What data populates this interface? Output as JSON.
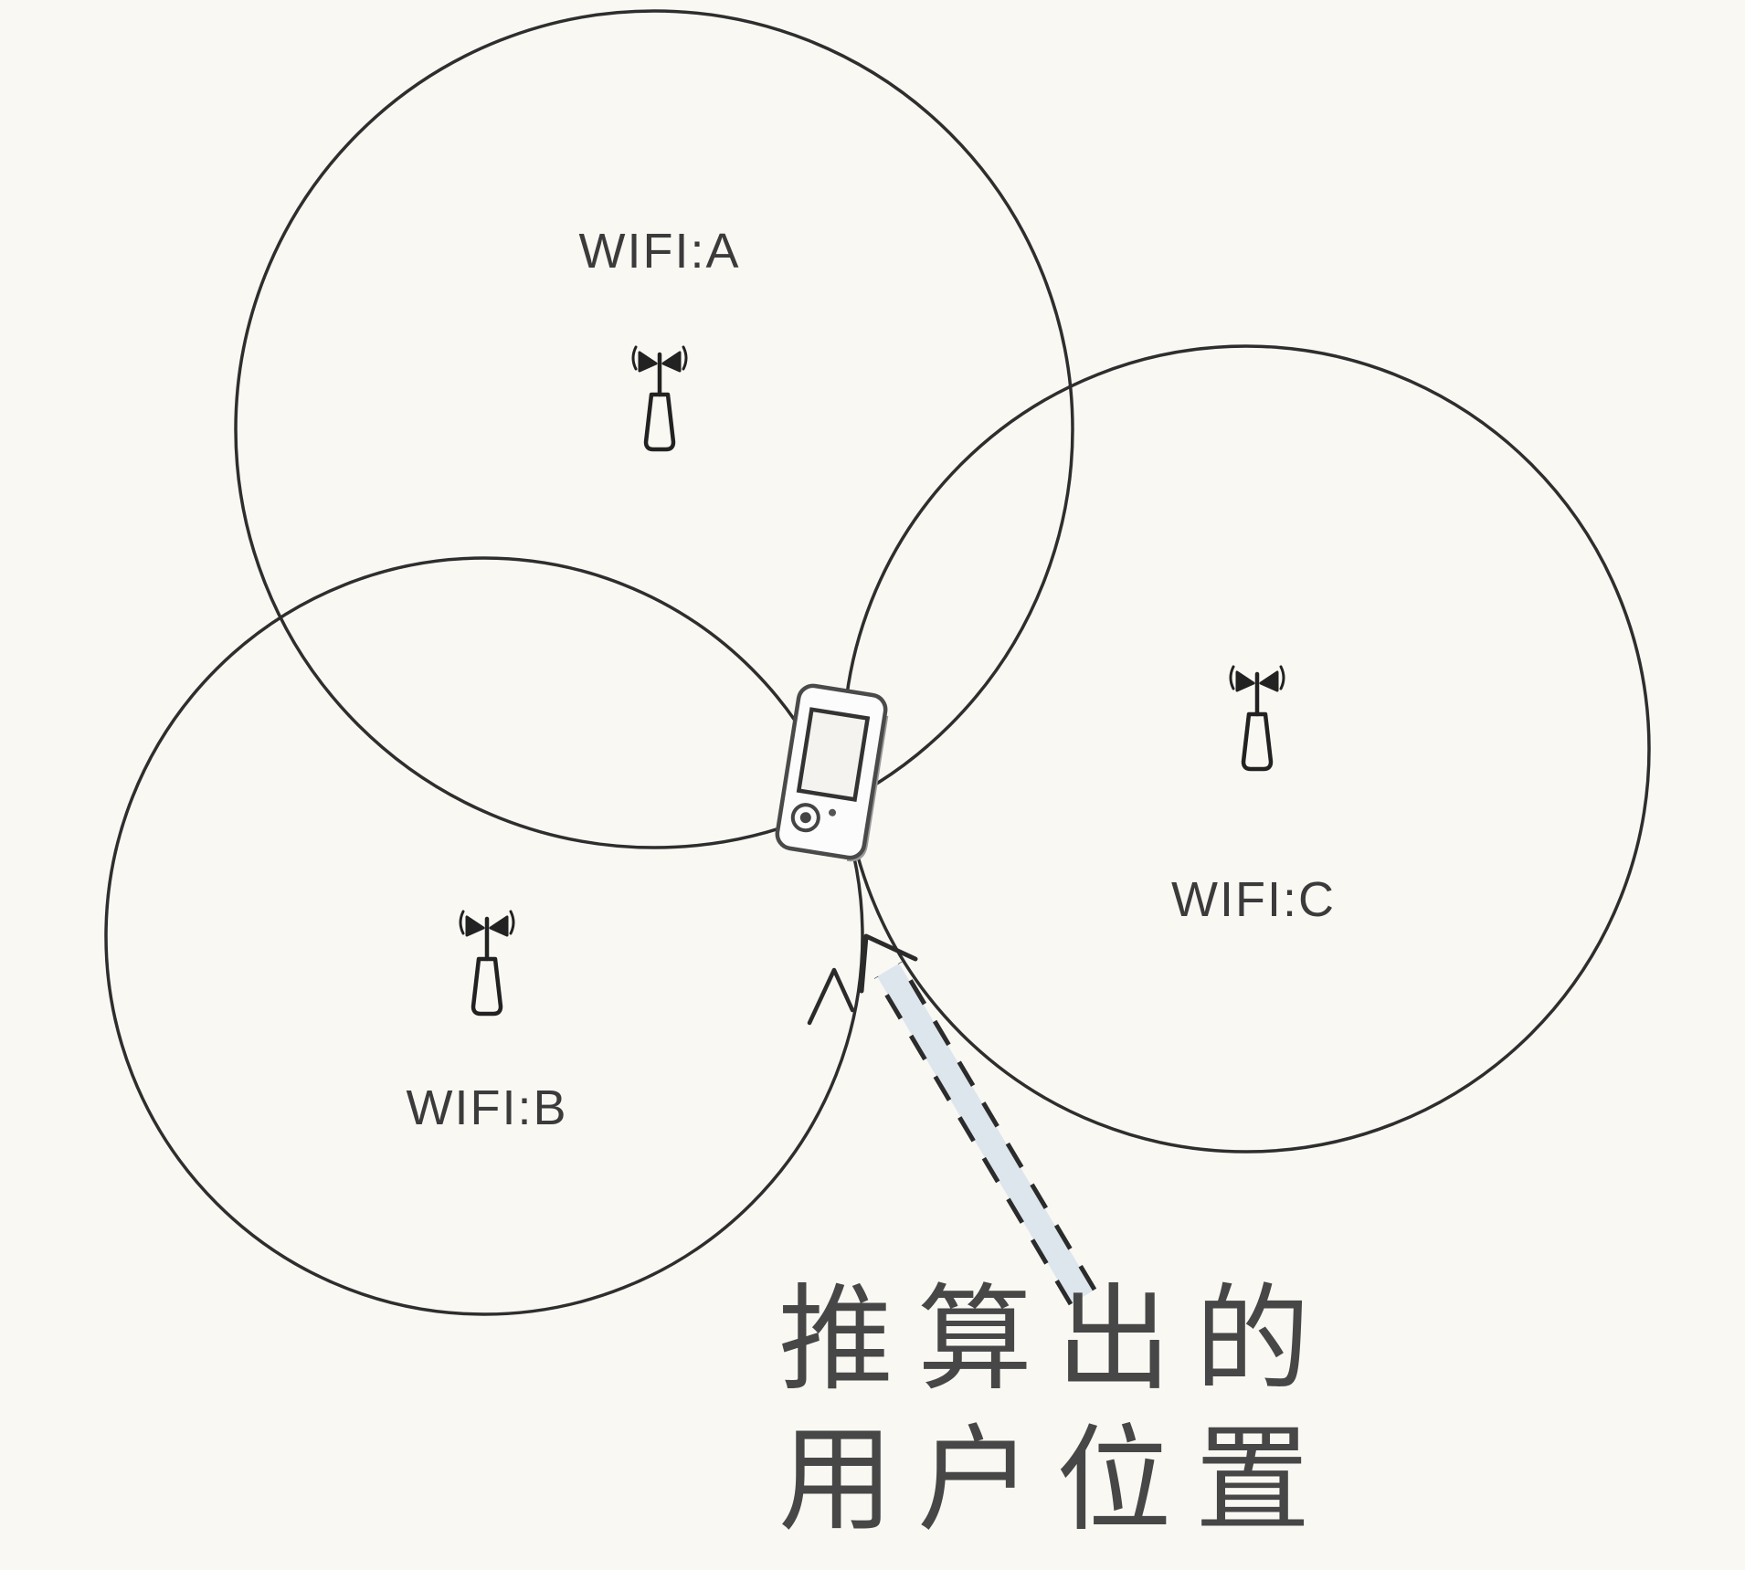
{
  "diagram": {
    "wifi_a": {
      "label": "WIFI:A"
    },
    "wifi_b": {
      "label": "WIFI:B"
    },
    "wifi_c": {
      "label": "WIFI:C"
    },
    "annotation": {
      "line1": "推算出的",
      "line2": "用户位置"
    }
  },
  "colors": {
    "background": "#faf8f3",
    "circle_stroke": "#2e2e2e",
    "label_text": "#3b3b3b",
    "annotation_text": "#474747",
    "arrow_fill": "#dde6ed",
    "arrow_stroke": "#2b2b2b"
  }
}
